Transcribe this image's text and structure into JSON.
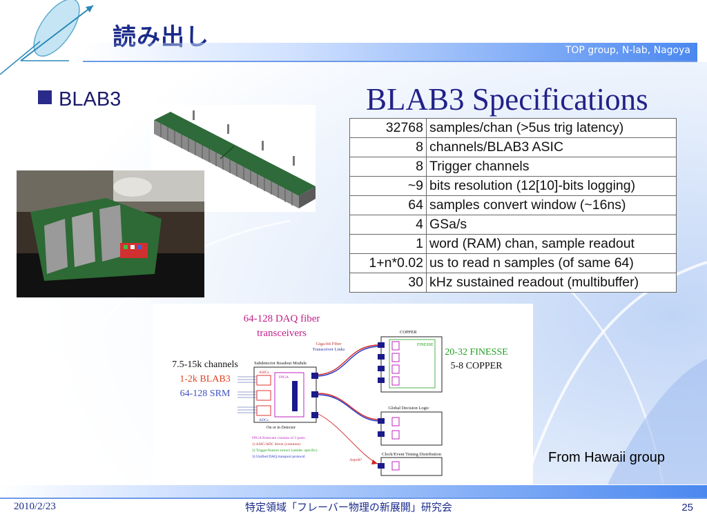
{
  "header": {
    "title": "読み出し",
    "group": "TOP group, N-lab, Nagoya"
  },
  "bullet": {
    "label": "BLAB3"
  },
  "specs": {
    "title": "BLAB3 Specifications",
    "rows": [
      {
        "value": "32768",
        "desc": "samples/chan (>5us trig latency)"
      },
      {
        "value": "8",
        "desc": "channels/BLAB3 ASIC"
      },
      {
        "value": "8",
        "desc": "Trigger channels"
      },
      {
        "value": "~9",
        "desc": "bits resolution (12[10]-bits logging)"
      },
      {
        "value": "64",
        "desc": "samples convert window (~16ns)"
      },
      {
        "value": "4",
        "desc": "GSa/s"
      },
      {
        "value": "1",
        "desc": "word (RAM) chan, sample readout"
      },
      {
        "value": "1+n*0.02",
        "desc": "us to read n samples (of same 64)"
      },
      {
        "value": "30",
        "desc": "kHz sustained readout (multibuffer)"
      }
    ]
  },
  "diagram": {
    "daq_fiber_1": "64-128 DAQ fiber",
    "daq_fiber_2": "transceivers",
    "gigabit_1": "Giga-bit Fiber",
    "gigabit_2": "Transceiver Links",
    "copper_label": "COPPER",
    "finesse_box_label": "FINESSE",
    "finesse_count": "20-32 FINESSE",
    "copper_count": "5-8 COPPER",
    "channels": "7.5-15k channels",
    "blab3_count": "1-2k BLAB3",
    "srm_count": "64-128 SRM",
    "readout_module": "Subdetector Readout Module",
    "asics": "ASICs",
    "fpga": "FPGA",
    "adcs": "ADCs",
    "on_detector": "On or in Detector",
    "global_decision": "Global Decision Logic",
    "clock_timing": "Clock/Event Timing Distribution",
    "asych": "Asych?",
    "fw_title": "FPGA firmware consists of 3 parts:",
    "fw_1": "1) ASIC/ADC driver (common)",
    "fw_2": "2) Trigger/feature extract (subdet. specific)",
    "fw_3": "3) Unified DAQ transport protocol"
  },
  "credit": "From Hawaii group",
  "footer": {
    "date": "2010/2/23",
    "meeting": "特定領域「フレーバー物理の新展開」研究会",
    "page": "25"
  },
  "colors": {
    "title": "#1a2a8a",
    "accent_blue": "#4a88f0",
    "daq_magenta": "#c0208a",
    "blab3_red": "#e04020",
    "srm_blue": "#4050c0",
    "finesse_green": "#20a020"
  }
}
